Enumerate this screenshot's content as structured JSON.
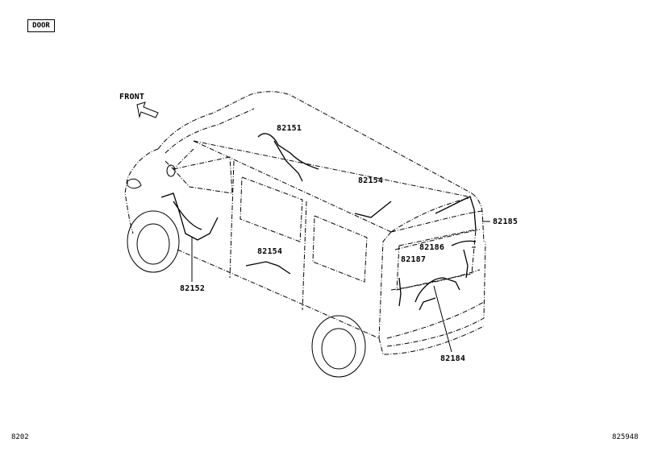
{
  "section_tag": "DOOR",
  "direction_label": "FRONT",
  "parts": [
    {
      "id": "p82151",
      "number": "82151"
    },
    {
      "id": "p82154a",
      "number": "82154"
    },
    {
      "id": "p82154b",
      "number": "82154"
    },
    {
      "id": "p82152",
      "number": "82152"
    },
    {
      "id": "p82185",
      "number": "82185"
    },
    {
      "id": "p82186",
      "number": "82186"
    },
    {
      "id": "p82187",
      "number": "82187"
    },
    {
      "id": "p82184",
      "number": "82184"
    }
  ],
  "footer_left": "8202",
  "footer_right": "825948"
}
